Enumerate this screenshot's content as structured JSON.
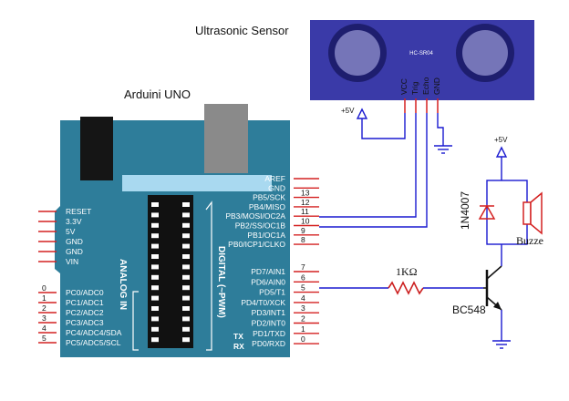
{
  "titles": {
    "sensor": "Ultrasonic Sensor",
    "board": "Arduini UNO"
  },
  "sensor": {
    "model": "HC-SR04",
    "pins": [
      "VCC",
      "Trig",
      "Echo",
      "GND"
    ]
  },
  "supply": {
    "sensor_vcc": "+5V",
    "buzzer_vcc": "+5V"
  },
  "board": {
    "left_pins": [
      "RESET",
      "3.3V",
      "5V",
      "GND",
      "GND",
      "VIN"
    ],
    "analog_pins": [
      "PC0/ADC0",
      "PC1/ADC1",
      "PC2/ADC2",
      "PC3/ADC3",
      "PC4/ADC4/SDA",
      "PC5/ADC5/SCL"
    ],
    "analog_numbers": [
      "0",
      "1",
      "2",
      "3",
      "4",
      "5"
    ],
    "analog_label": "ANALOG IN",
    "digital_label": "DIGITAL (~PWM)",
    "top_right_pins": [
      "AREF",
      "GND",
      "PB5/SCK",
      "PB4/MISO",
      "PB3/MOSI/OC2A",
      "PB2/SS/OC1B",
      "PB1/OC1A",
      "PB0/ICP1/CLKO"
    ],
    "top_right_numbers": [
      "",
      "",
      "13",
      "12",
      "11",
      "10",
      "9",
      "8"
    ],
    "bottom_right_pins": [
      "PD7/AIN1",
      "PD6/AIN0",
      "PD5/T1",
      "PD4/T0/XCK",
      "PD3/INT1",
      "PD2/INT0",
      "PD1/TXD",
      "PD0/RXD"
    ],
    "bottom_right_numbers": [
      "7",
      "6",
      "5",
      "4",
      "3",
      "2",
      "1",
      "0"
    ],
    "tx_label": "TX",
    "rx_label": "RX"
  },
  "components": {
    "resistor": "1KΩ",
    "transistor": "BC548",
    "diode": "1N4007",
    "buzzer": "Buzze"
  },
  "colors": {
    "board": "#2e7d9a",
    "board_dark": "#216178",
    "sensor": "#3a3aa8",
    "wire": "#1a1ad0",
    "pin_red": "#d42020",
    "resistor": "#cc2020",
    "usb": "#8a8a8a",
    "jack": "#151515",
    "chip": "#111111",
    "strip": "#a9d9f0"
  }
}
